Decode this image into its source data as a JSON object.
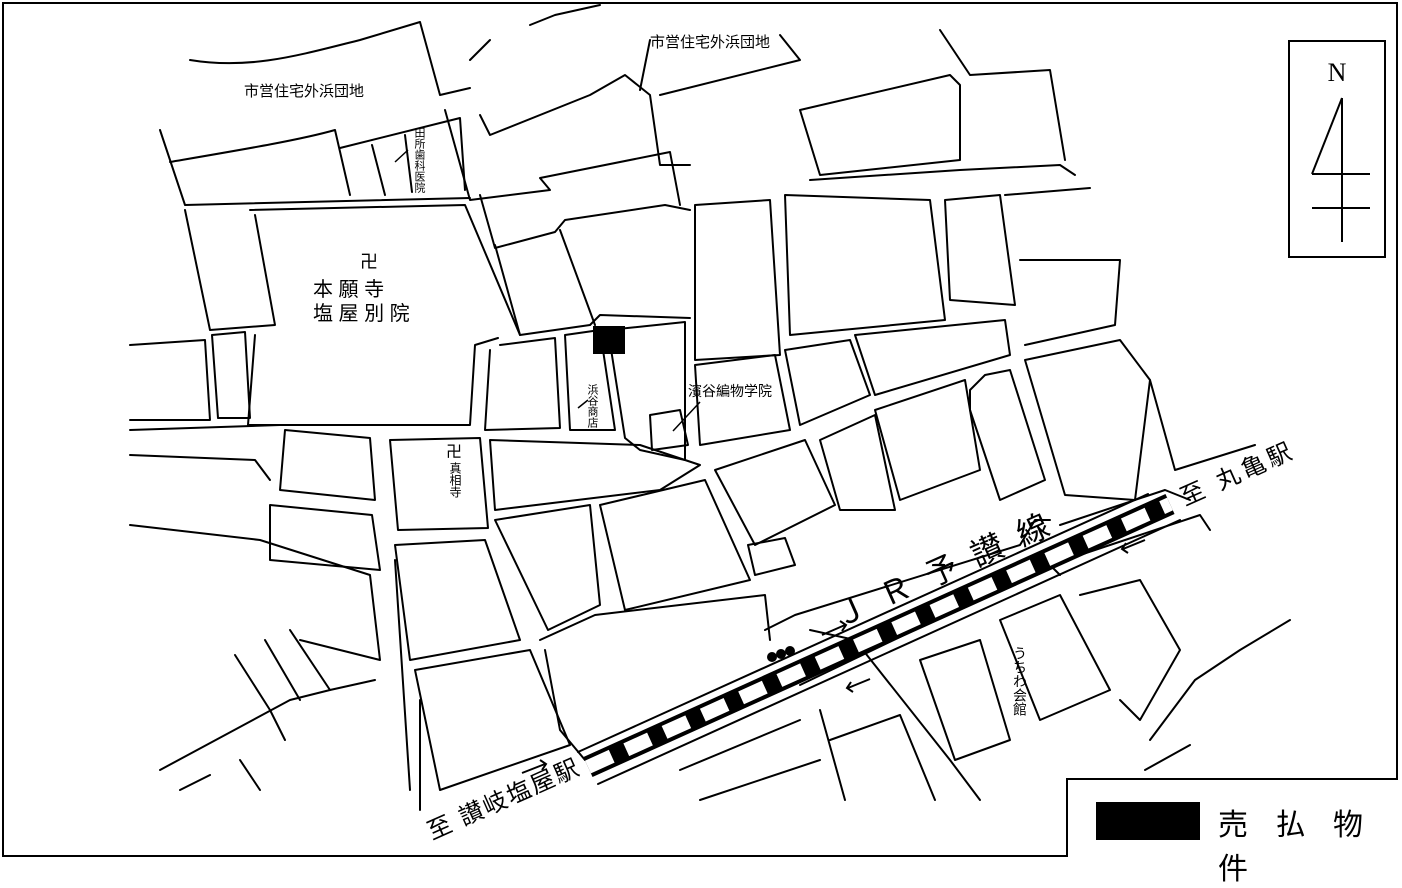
{
  "colors": {
    "property": "#000000",
    "line": "#000000",
    "background": "#ffffff"
  },
  "compass": {
    "north": "N"
  },
  "legend": {
    "label": "売 払 物 件"
  },
  "labels": {
    "housing_left": "市営住宅外浜団地",
    "housing_top": "市営住宅外浜団地",
    "tadokoro": "田所歯科医院",
    "temple_mark": "卍",
    "honganji_1": "本 願 寺",
    "honganji_2": "塩 屋 別 院",
    "hamaya": "浜谷商店",
    "hamaya_school": "濱谷編物学院",
    "shinsoji_mark": "卍",
    "shinsoji": "真相寺",
    "jr": "ＪＲ予讃線",
    "to_marugame": "至 丸亀駅",
    "to_sanuki": "至 讃岐塩屋駅",
    "uchiwa": "うちわ会館"
  }
}
